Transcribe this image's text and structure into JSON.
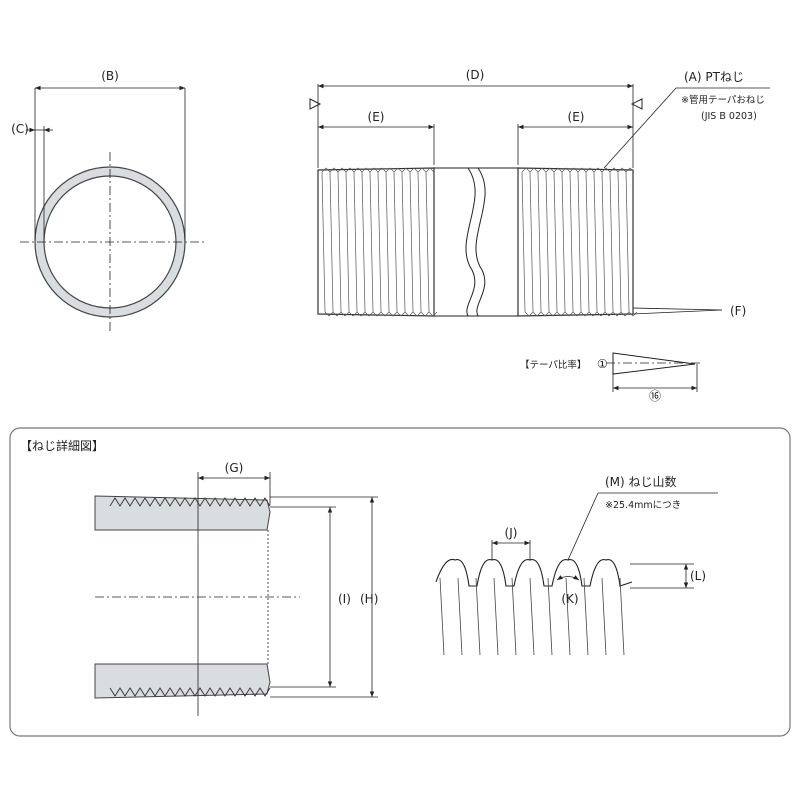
{
  "pipe_end_view": {
    "label_b": "(B)",
    "label_c": "(C)"
  },
  "pipe_side_view": {
    "label_d": "(D)",
    "label_e_left": "(E)",
    "label_e_right": "(E)",
    "label_a": "(A) PTねじ",
    "note_a": "※管用テーパおねじ",
    "standard_a": "(JIS B 0203)",
    "label_f": "(F)"
  },
  "taper": {
    "label": "【テーパ比率】",
    "ratio_num": "①",
    "ratio_den": "⑯"
  },
  "detail": {
    "title": "【ねじ詳細図】",
    "label_g": "(G)",
    "label_i": "(I)",
    "label_h": "(H)",
    "label_j": "(J)",
    "label_k": "(K)",
    "label_l": "(L)",
    "label_m": "(M) ねじ山数",
    "note_m": "※25.4mmにつき"
  }
}
